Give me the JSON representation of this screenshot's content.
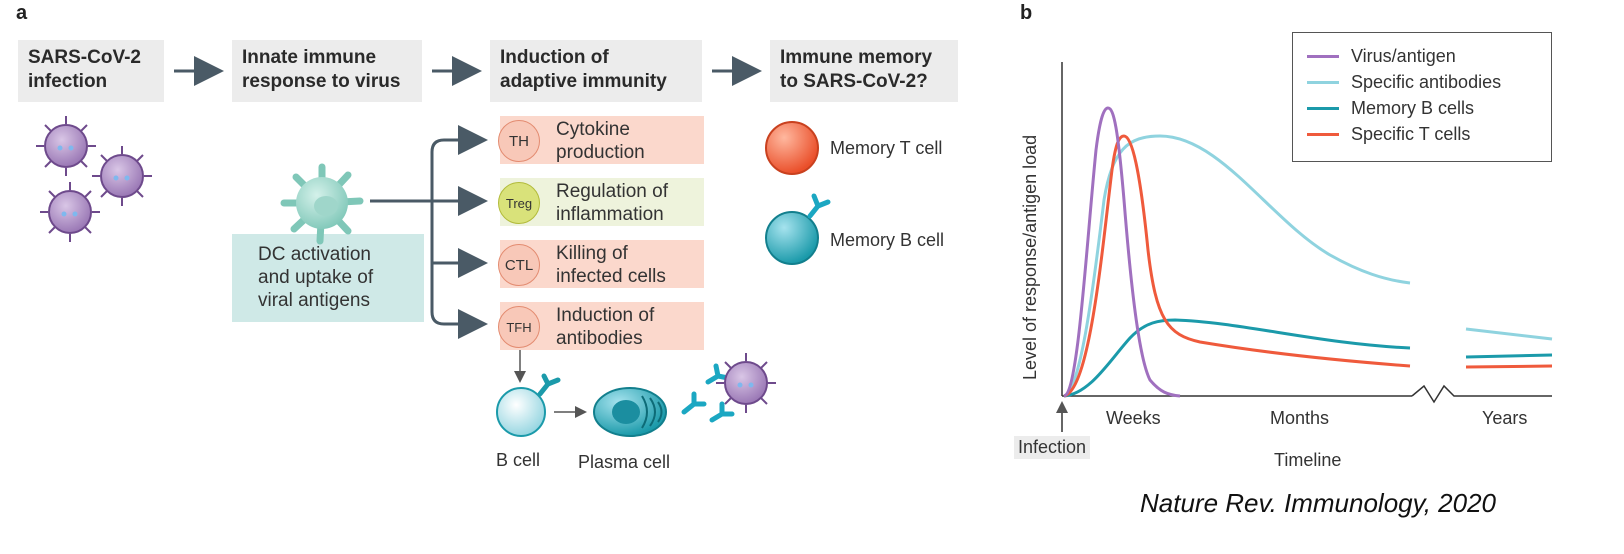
{
  "panel_a": {
    "label": "a",
    "stages": [
      "SARS-CoV-2\ninfection",
      "Innate immune\nresponse to virus",
      "Induction of\nadaptive immunity",
      "Immune memory\nto SARS-CoV-2?"
    ],
    "dc_text": "DC activation\nand uptake of\nviral antigens",
    "functions": [
      {
        "cell": "TH",
        "text": "Cytokine\nproduction",
        "color": "#fbd8cc"
      },
      {
        "cell": "Treg",
        "text": "Regulation of\ninflammation",
        "color": "#eef3dc"
      },
      {
        "cell": "CTL",
        "text": "Killing of\ninfected cells",
        "color": "#fbd8cc"
      },
      {
        "cell": "TFH",
        "text": "Induction of\nantibodies",
        "color": "#fbd8cc"
      }
    ],
    "b_cell_label": "B cell",
    "plasma_cell_label": "Plasma cell",
    "memory_t_label": "Memory T cell",
    "memory_b_label": "Memory B cell"
  },
  "panel_b": {
    "label": "b",
    "ylabel": "Level of response/antigen load",
    "xlabel": "Timeline",
    "x_ticks": [
      "Weeks",
      "Months",
      "Years"
    ],
    "infection_label": "Infection",
    "legend": [
      {
        "name": "Virus/antigen",
        "color": "#a070bf"
      },
      {
        "name": "Specific antibodies",
        "color": "#8fd3df"
      },
      {
        "name": "Memory B cells",
        "color": "#1b9aaa"
      },
      {
        "name": "Specific T cells",
        "color": "#ef5a3c"
      }
    ]
  },
  "credit": "Nature Rev. Immunology, 2020"
}
